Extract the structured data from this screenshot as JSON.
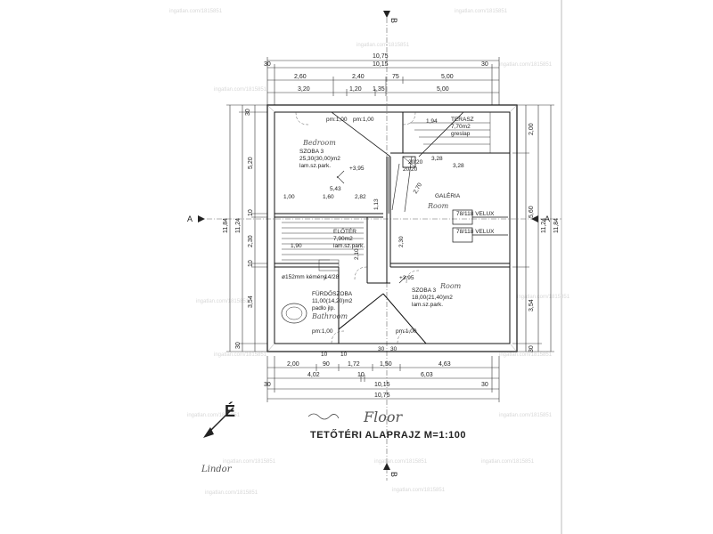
{
  "plan": {
    "title": "TETŐTÉRI ALAPRAJZ M=1:100",
    "north_label": "É",
    "handwritten_floor": "Floor",
    "section_marks": {
      "top": "B",
      "bottom": "B",
      "left": "A",
      "right": "A"
    }
  },
  "dimensions": {
    "top_overall": "10,75",
    "top_inner": "10,15",
    "top_offset_left": "30",
    "top_offset_right": "30",
    "top_row1": [
      "2,60",
      "2,40",
      "75",
      "5,00"
    ],
    "top_row2": [
      "3,20",
      "1,20",
      "1,35",
      "5,00"
    ],
    "bottom_row1": [
      "2,00",
      "90",
      "1,72",
      "1,50",
      "4,63"
    ],
    "bottom_row2": [
      "4,02",
      "10",
      "6,03"
    ],
    "bottom_inner": "10,15",
    "bottom_overall": "10,75",
    "bottom_offsets": [
      "30",
      "30"
    ],
    "left_chain": [
      "30",
      "5,20",
      "10",
      "2,30",
      "10",
      "3,54",
      "30"
    ],
    "left_total_inner": "11,24",
    "left_total_outer": "11,84",
    "right_chain": [
      "2,00",
      "5,60",
      "3,54",
      "30"
    ],
    "right_total_inner": "11,24",
    "right_total_outer": "11,84"
  },
  "rooms": [
    {
      "name": "SZOBA 3",
      "area": "25,30(30,00)m2",
      "floor": "lam.sz.park.",
      "note": "Bedroom",
      "height": "+3,95"
    },
    {
      "name": "TERASZ",
      "area": "7,70m2",
      "floor": "greslap",
      "note": "",
      "height": ""
    },
    {
      "name": "GALÉRIA",
      "area": "",
      "floor": "",
      "note": "Room",
      "height": ""
    },
    {
      "name": "SZOBA 3",
      "area": "18,00(21,40)m2",
      "floor": "lam.sz.park.",
      "note": "Room",
      "height": "+3,95"
    },
    {
      "name": "FÜRDŐSZOBA",
      "area": "11,00(14,20)m2",
      "floor": "padlo jlp.",
      "note": "Bathroom",
      "height": ""
    },
    {
      "name": "ELŐTÉR",
      "area": "7,90m2",
      "floor": "lam.sz.park.",
      "note": "",
      "height": ""
    }
  ],
  "annotations": {
    "pm_top": [
      "pm:1,00",
      "pm:1,00"
    ],
    "pm_bottom": [
      "pm:1,00",
      "pm:1,00"
    ],
    "chimney": "20/20",
    "chimney2": "20/20",
    "inner_dims": [
      "5,43",
      "1,00",
      "1,60",
      "2,82",
      "3,28",
      "1,13",
      "2,70",
      "2,30",
      "2,10",
      "1,90"
    ],
    "velux1": "78/118 VELUX",
    "velux2": "78/118 VELUX",
    "heater": "ø152mm kémény",
    "stair_dim": "14/28",
    "wall_small": [
      "30",
      "30",
      "10",
      "10"
    ],
    "extra_dims": [
      "1,94",
      "3,28"
    ]
  },
  "watermarks": "ingatlan.com/1815851",
  "signature": "Lindor"
}
